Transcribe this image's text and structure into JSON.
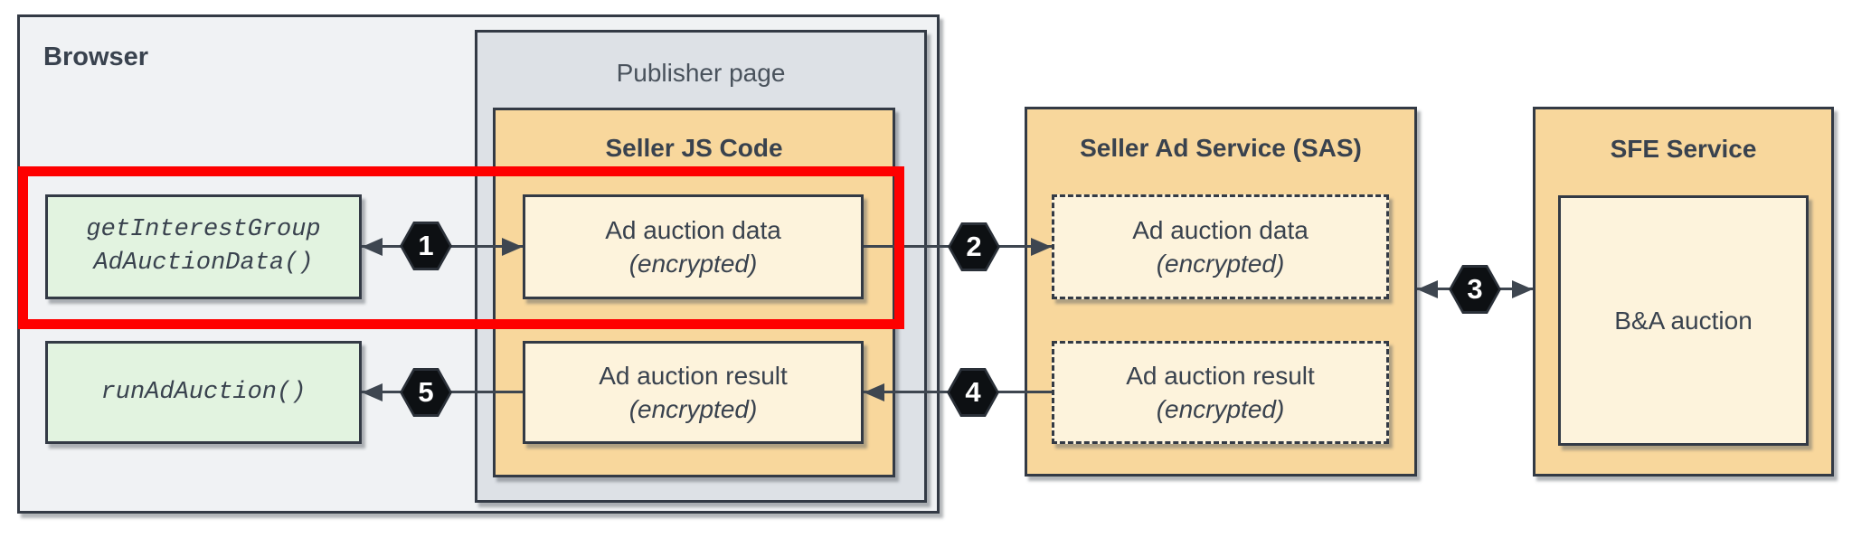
{
  "diagram": {
    "browser": {
      "label": "Browser",
      "calls": {
        "get_interest_group": {
          "line1": "getInterestGroup",
          "line2": "AdAuctionData()"
        },
        "run_ad_auction": {
          "label": "runAdAuction()"
        }
      }
    },
    "publisher": {
      "label": "Publisher page"
    },
    "seller_js": {
      "title": "Seller JS Code",
      "data_box": {
        "line1": "Ad auction data",
        "line2": "(encrypted)"
      },
      "result_box": {
        "line1": "Ad auction result",
        "line2": "(encrypted)"
      }
    },
    "sas": {
      "title": "Seller Ad Service (SAS)",
      "data_box": {
        "line1": "Ad auction data",
        "line2": "(encrypted)"
      },
      "result_box": {
        "line1": "Ad auction result",
        "line2": "(encrypted)"
      }
    },
    "sfe": {
      "title": "SFE Service",
      "auction_box": {
        "label": "B&A auction"
      }
    },
    "steps": [
      "1",
      "2",
      "3",
      "4",
      "5"
    ],
    "colors": {
      "container_fill": "#f8d79c",
      "item_fill": "#fdf3dc",
      "api_fill": "#e2f3e0",
      "browser_fill": "#f0f2f4",
      "publisher_fill": "#dde1e6",
      "border": "#333a45",
      "text": "#39424e",
      "connector": "#3e4650",
      "highlight": "#fe0000",
      "badge": "#0d1013",
      "badge_text": "#ffffff"
    }
  }
}
